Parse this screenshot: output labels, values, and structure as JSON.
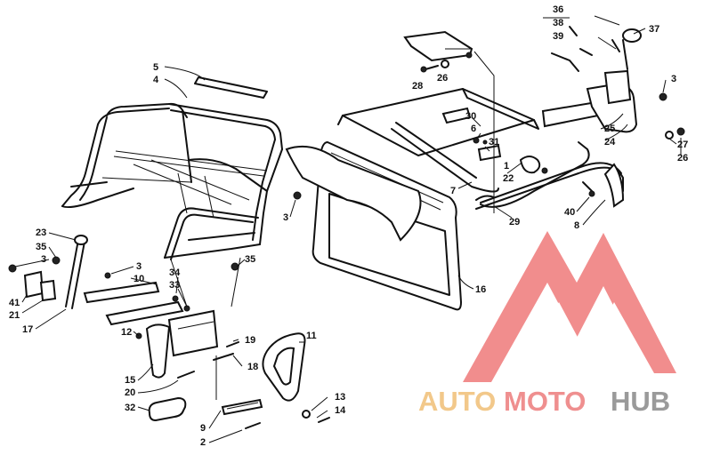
{
  "diagram": {
    "callouts": {
      "c5": "5",
      "c4": "4",
      "c23": "23",
      "c35a": "35",
      "c3a": "3",
      "c41": "41",
      "c21": "21",
      "c17": "17",
      "c3b": "3",
      "c10": "10",
      "c34": "34",
      "c33": "33",
      "c12": "12",
      "c19": "19",
      "c18": "18",
      "c15": "15",
      "c20": "20",
      "c32": "32",
      "c9": "9",
      "c2": "2",
      "c11": "11",
      "c13": "13",
      "c14": "14",
      "c35b": "35",
      "c3c": "3",
      "c16": "16",
      "c28": "28",
      "c26a": "26",
      "c30": "30",
      "c6": "6",
      "c31": "31",
      "c1": "1",
      "c22": "22",
      "c7": "7",
      "c29": "29",
      "c36": "36",
      "c38": "38",
      "c37": "37",
      "c39": "39",
      "c3d": "3",
      "c25": "25",
      "c24": "24",
      "c27": "27",
      "c26b": "26",
      "c40": "40",
      "c8": "8"
    }
  },
  "watermark": {
    "part1": "AUTO",
    "part2": "MOTO",
    "part3": "HUB",
    "colors": {
      "part1": "#f2c88a",
      "part2": "#ef8f8f",
      "part3": "#9a9a9a",
      "logo": "#ef7a7a"
    }
  }
}
